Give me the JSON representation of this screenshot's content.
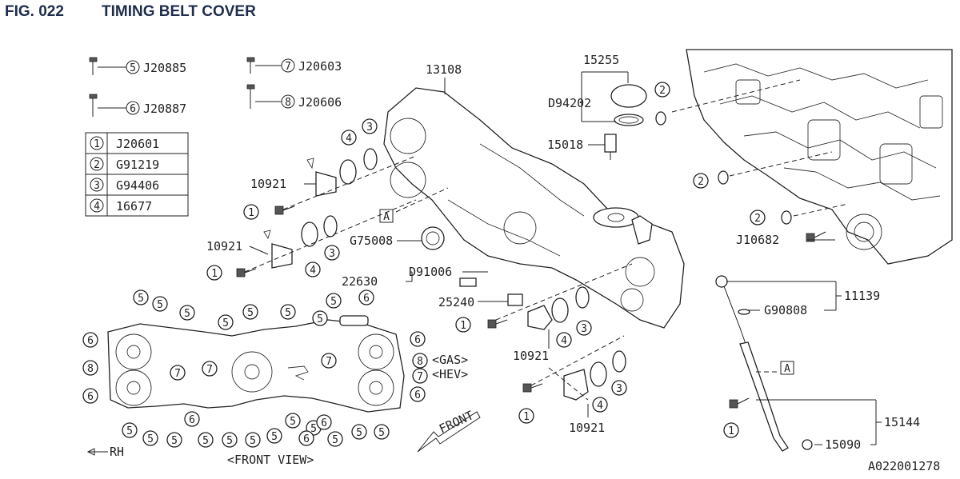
{
  "header": {
    "fig_no": "FIG. 022",
    "title": "TIMING BELT COVER"
  },
  "legend_table": [
    {
      "num": "1",
      "code": "J20601"
    },
    {
      "num": "2",
      "code": "G91219"
    },
    {
      "num": "3",
      "code": "G94406"
    },
    {
      "num": "4",
      "code": "16677"
    }
  ],
  "bolt_keys": [
    {
      "num": "5",
      "code": "J20885"
    },
    {
      "num": "6",
      "code": "J20887"
    },
    {
      "num": "7",
      "code": "J20603"
    },
    {
      "num": "8",
      "code": "J20606"
    }
  ],
  "part_labels": {
    "p13108": "13108",
    "p15255": "15255",
    "p94202": "D94202",
    "p15018": "15018",
    "p10921a": "10921",
    "p10921b": "10921",
    "p10921c": "10921",
    "p10921d": "10921",
    "p75008": "G75008",
    "p22630": "22630",
    "p91006": "D91006",
    "p25240": "25240",
    "p10682": "J10682",
    "p11139": "11139",
    "p90808": "G90808",
    "p15144": "15144",
    "p15090": "15090",
    "ref_a": "A",
    "gas": "<GAS>",
    "hev": "<HEV>",
    "gas_num": "8",
    "hev_num": "7",
    "front_view": "<FRONT VIEW>",
    "front": "FRONT",
    "rh": "RH",
    "drawing_id": "A022001278"
  },
  "callouts": {
    "c1": "1",
    "c2": "2",
    "c3": "3",
    "c4": "4",
    "c5": "5",
    "c6": "6",
    "c7": "7",
    "c8": "8"
  }
}
